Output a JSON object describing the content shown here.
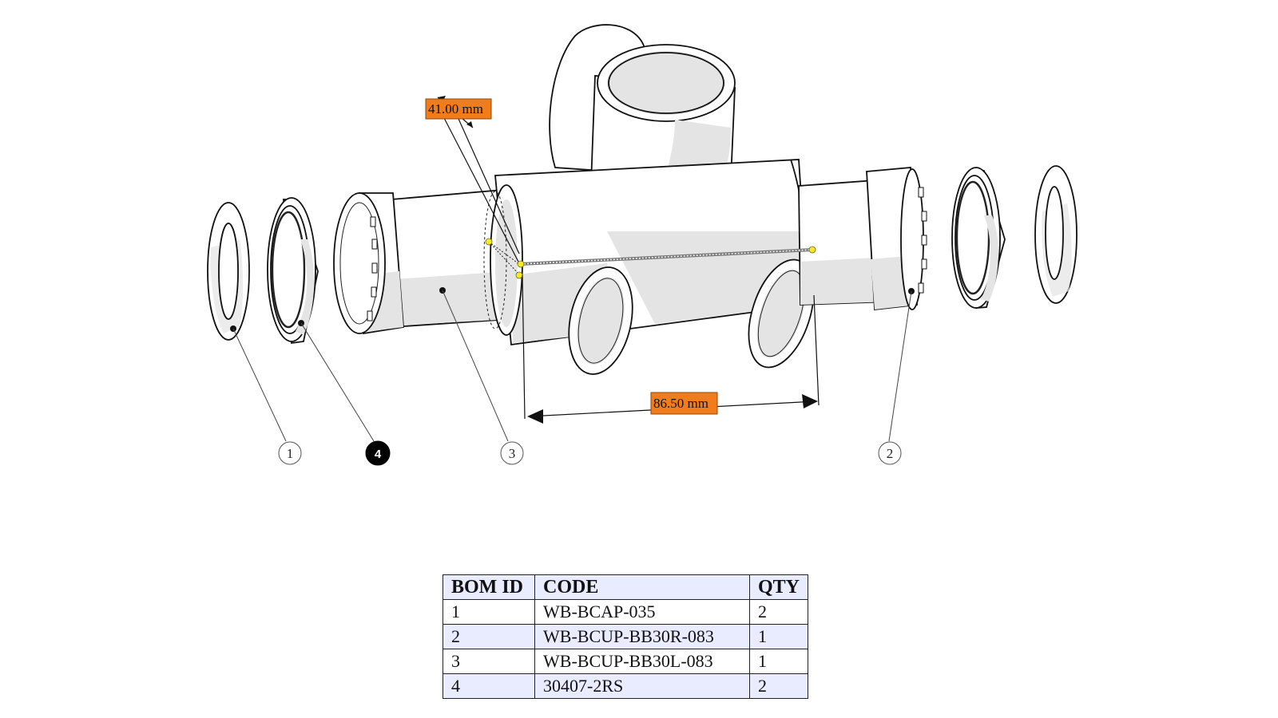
{
  "dimensions": {
    "width_label": "41.00 mm",
    "length_label": "86.50 mm"
  },
  "balloons": [
    "1",
    "4",
    "3",
    "2"
  ],
  "bom": {
    "headers": [
      "BOM ID",
      "CODE",
      "QTY"
    ],
    "rows": [
      {
        "id": "1",
        "code": "WB-BCAP-035",
        "qty": "2"
      },
      {
        "id": "2",
        "code": "WB-BCUP-BB30R-083",
        "qty": "1"
      },
      {
        "id": "3",
        "code": "WB-BCUP-BB30L-083",
        "qty": "1"
      },
      {
        "id": "4",
        "code": "30407-2RS",
        "qty": "2"
      }
    ]
  },
  "colors": {
    "dimension_label": "#f07c1c",
    "handle": "#f7ea2a",
    "table_header": "#e9ebff",
    "selected_balloon": "#000000"
  }
}
